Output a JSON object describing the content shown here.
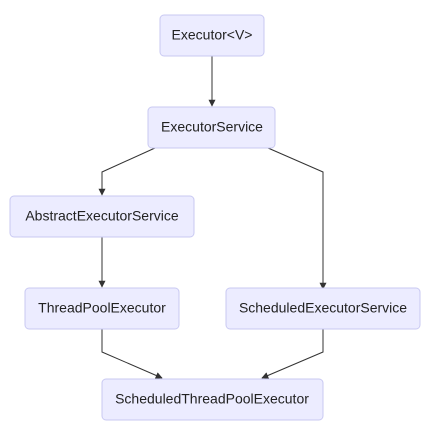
{
  "diagram": {
    "nodes": {
      "executor": "Executor<V>",
      "executor_service": "ExecutorService",
      "abstract_executor_service": "AbstractExecutorService",
      "thread_pool_executor": "ThreadPoolExecutor",
      "scheduled_executor_service": "ScheduledExecutorService",
      "scheduled_thread_pool_executor": "ScheduledThreadPoolExecutor"
    },
    "edges": [
      {
        "from": "executor",
        "to": "executor_service"
      },
      {
        "from": "executor_service",
        "to": "abstract_executor_service"
      },
      {
        "from": "executor_service",
        "to": "scheduled_executor_service"
      },
      {
        "from": "abstract_executor_service",
        "to": "thread_pool_executor"
      },
      {
        "from": "thread_pool_executor",
        "to": "scheduled_thread_pool_executor"
      },
      {
        "from": "scheduled_executor_service",
        "to": "scheduled_thread_pool_executor"
      }
    ],
    "colors": {
      "node_fill": "#ececff",
      "node_border": "#c9c9f2",
      "edge": "#333333",
      "text": "#222222"
    }
  }
}
